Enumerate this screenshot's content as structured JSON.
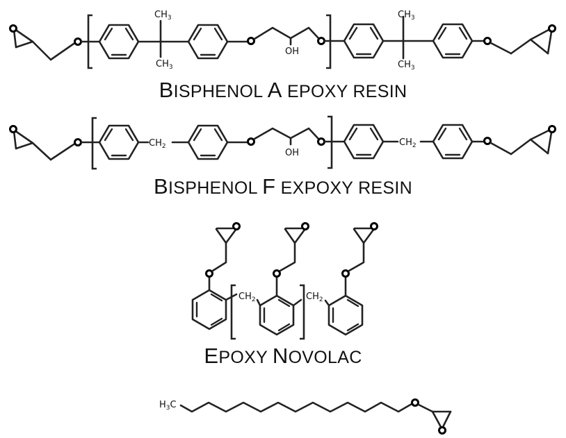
{
  "structures": [
    {
      "name": "bisphenol-a-epoxy-resin",
      "title_parts": [
        {
          "text": "B",
          "big": true
        },
        {
          "text": "ISPHENOL ",
          "big": false
        },
        {
          "text": "A",
          "big": true
        },
        {
          "text": " EPOXY RESIN",
          "big": false
        }
      ],
      "title": "Bisphenol A epoxy resin",
      "labels": {
        "ch3_top_1": "CH",
        "ch3_bot_1": "CH",
        "ch3_top_2": "CH",
        "ch3_bot_2": "CH",
        "sub3": "3",
        "oh": "OH"
      }
    },
    {
      "name": "bisphenol-f-epoxy-resin",
      "title": "Bisphenol F expoxy resin",
      "labels": {
        "ch2_1": "CH",
        "ch2_2": "CH",
        "sub2": "2",
        "oh": "OH"
      }
    },
    {
      "name": "epoxy-novolac",
      "title": "Epoxy Novolac",
      "labels": {
        "ch2_1": "CH",
        "ch2_2": "CH",
        "sub2": "2"
      }
    },
    {
      "name": "alkyl-glycidyl-ether",
      "labels": {
        "h3c_h": "H",
        "h3c_sub": "3",
        "h3c_c": "C"
      }
    }
  ],
  "titles": {
    "bpa": {
      "b": "B",
      "rest1": "ISPHENOL ",
      "a": "A",
      "rest2": " EPOXY RESIN"
    },
    "bpf": {
      "b": "B",
      "rest1": "ISPHENOL ",
      "f": "F",
      "rest2": " EXPOXY RESIN"
    },
    "novolac": {
      "e": "E",
      "rest1": "POXY ",
      "n": "N",
      "rest2": "OVOLAC"
    }
  }
}
